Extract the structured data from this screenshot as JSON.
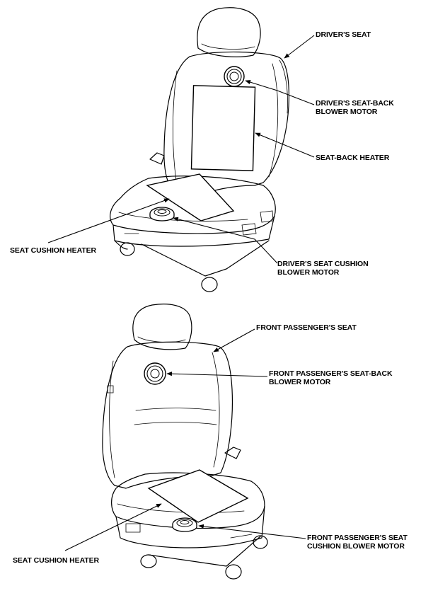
{
  "labels": {
    "drivers_seat": "DRIVER'S SEAT",
    "drivers_seatback_motor_line1": "DRIVER'S SEAT-BACK",
    "drivers_seatback_motor_line2": "BLOWER MOTOR",
    "seatback_heater": "SEAT-BACK HEATER",
    "seat_cushion_heater_top": "SEAT CUSHION HEATER",
    "drivers_cushion_motor_line1": "DRIVER'S SEAT CUSHION",
    "drivers_cushion_motor_line2": "BLOWER MOTOR",
    "front_passengers_seat": "FRONT PASSENGER'S SEAT",
    "passenger_seatback_motor_line1": "FRONT PASSENGER'S SEAT-BACK",
    "passenger_seatback_motor_line2": "BLOWER MOTOR",
    "passenger_cushion_motor_line1": "FRONT PASSENGER'S SEAT",
    "passenger_cushion_motor_line2": "CUSHION BLOWER MOTOR",
    "seat_cushion_heater_bottom": "SEAT CUSHION HEATER"
  }
}
